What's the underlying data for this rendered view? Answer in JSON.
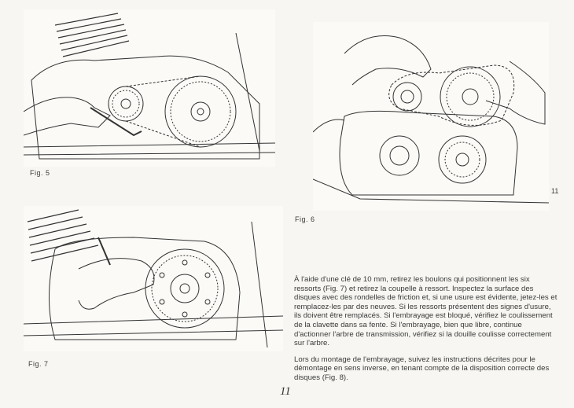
{
  "figures": {
    "fig5": {
      "caption": "Fig. 5"
    },
    "fig6": {
      "caption": "Fig. 6"
    },
    "fig7": {
      "caption": "Fig. 7"
    }
  },
  "side_marker": "11",
  "instructions": {
    "paragraph1": "À l'aide d'une clé de 10 mm, retirez les boulons qui positionnent les six ressorts (Fig. 7) et retirez la coupelle à ressort. Inspectez la surface des disques avec des rondelles de friction et, si une usure est évidente, jetez-les et remplacez-les par des neuves. Si les ressorts présentent des signes d'usure, ils doivent être remplacés. Si l'embrayage est bloqué, vérifiez le coulissement de la clavette dans sa fente. Si l'embrayage, bien que libre, continue d'actionner l'arbre de transmission, vérifiez si la douille coulisse correctement sur l'arbre.",
    "paragraph2": "Lors du montage de l'embrayage, suivez les instructions décrites pour le démontage en sens inverse, en tenant compte de la disposition correcte des disques (Fig. 8)."
  },
  "page_number": "11"
}
